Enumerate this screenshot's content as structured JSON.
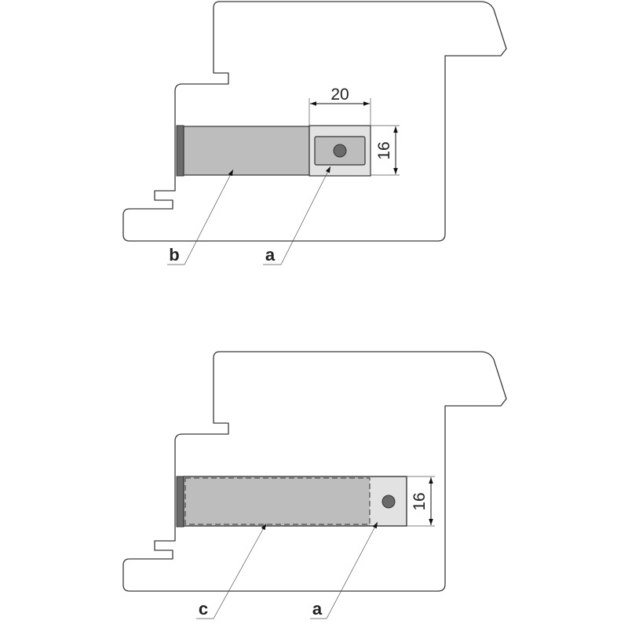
{
  "top_view": {
    "width_dimension": "20",
    "height_dimension": "16",
    "label_a": "a",
    "label_b": "b"
  },
  "bottom_view": {
    "height_dimension": "16",
    "label_a": "a",
    "label_c": "c"
  },
  "colors": {
    "outline": "#3a3a3a",
    "strip_dark": "#6b6b6b",
    "bar_gray": "#bdbdbd",
    "box_light": "#e2e2e2",
    "pin": "#6a6a6a"
  }
}
